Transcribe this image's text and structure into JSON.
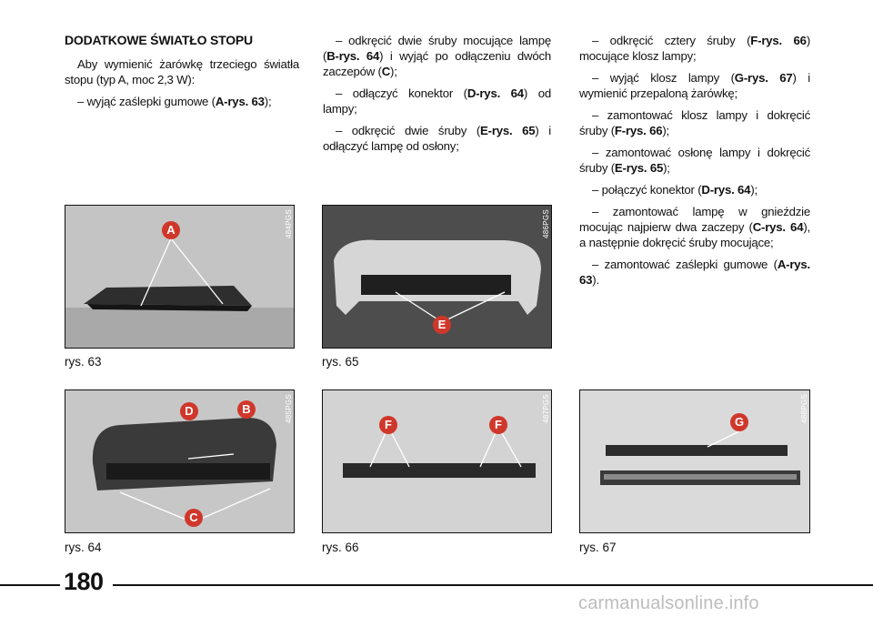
{
  "col1": {
    "title": "DODATKOWE ŚWIATŁO STOPU",
    "intro": "Aby wymienić żarówkę trzeciego światła stopu (typ A, moc 2,3 W):",
    "step1_text": "– wyjąć zaślepki gumowe (",
    "step1_ref": "A-rys. 63",
    "step1_end": ");"
  },
  "col2": {
    "s1_a": "– odkręcić dwie śruby mocujące lampę (",
    "s1_ref1": "B-rys. 64",
    "s1_b": ") i wyjąć po odłączeniu dwóch zaczepów (",
    "s1_ref2": "C",
    "s1_c": ");",
    "s2_a": "– odłączyć konektor (",
    "s2_ref": "D-rys. 64",
    "s2_b": ") od lampy;",
    "s3_a": "– odkręcić dwie śruby (",
    "s3_ref": "E-rys. 65",
    "s3_b": ") i odłączyć lampę od osłony;"
  },
  "col3": {
    "s1_a": "– odkręcić cztery śruby (",
    "s1_ref": "F-rys. 66",
    "s1_b": ") mocujące klosz lampy;",
    "s2_a": "– wyjąć klosz lampy (",
    "s2_ref": "G-rys. 67",
    "s2_b": ") i wymienić przepaloną żarówkę;",
    "s3_a": "– zamontować klosz lampy i dokręcić śruby (",
    "s3_ref": "F-rys. 66",
    "s3_b": ");",
    "s4_a": "– zamontować osłonę lampy i dokręcić śruby (",
    "s4_ref": "E-rys. 65",
    "s4_b": ");",
    "s5_a": "– połączyć konektor (",
    "s5_ref": "D-rys. 64",
    "s5_b": ");",
    "s6_a": "– zamontować lampę w gnieździe mocując najpierw dwa zaczepy (",
    "s6_ref": "C-rys. 64",
    "s6_b": "), a następnie dokręcić śruby mocujące;",
    "s7_a": "– zamontować zaślepki gumowe (",
    "s7_ref": "A-rys. 63",
    "s7_b": ")."
  },
  "figures": {
    "fig63": {
      "caption": "rys. 63",
      "code": "484PGS",
      "markers": [
        "A"
      ]
    },
    "fig65": {
      "caption": "rys. 65",
      "code": "486PGS",
      "markers": [
        "E"
      ]
    },
    "fig64": {
      "caption": "rys. 64",
      "code": "485PGS",
      "markers": [
        "D",
        "B",
        "C"
      ]
    },
    "fig66": {
      "caption": "rys. 66",
      "code": "487PGS",
      "markers": [
        "F",
        "F"
      ]
    },
    "fig67": {
      "caption": "rys. 67",
      "code": "488PGS",
      "markers": [
        "G"
      ]
    }
  },
  "footer": {
    "page_number": "180",
    "watermark": "carmanualsonline.info"
  },
  "colors": {
    "marker": "#d0372b",
    "text": "#111111"
  }
}
